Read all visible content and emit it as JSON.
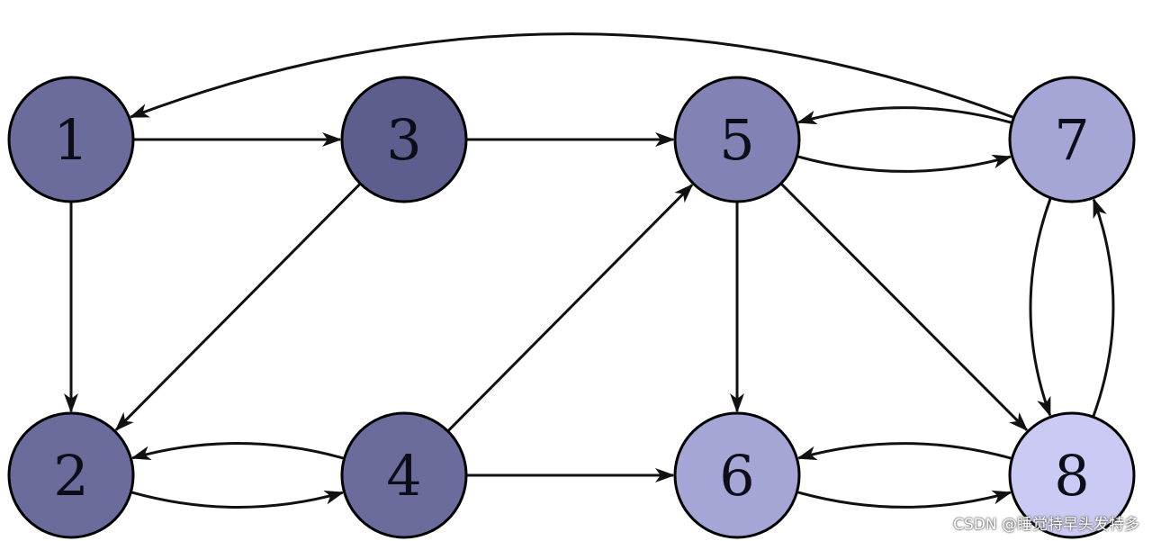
{
  "nodes": [
    {
      "id": "1",
      "label": "1",
      "fill": "#6b6b9c"
    },
    {
      "id": "2",
      "label": "2",
      "fill": "#6b6b9c"
    },
    {
      "id": "3",
      "label": "3",
      "fill": "#5d5d8e"
    },
    {
      "id": "4",
      "label": "4",
      "fill": "#6b6b9c"
    },
    {
      "id": "5",
      "label": "5",
      "fill": "#8282b4"
    },
    {
      "id": "6",
      "label": "6",
      "fill": "#a5a5d6"
    },
    {
      "id": "7",
      "label": "7",
      "fill": "#a5a5d6"
    },
    {
      "id": "8",
      "label": "8",
      "fill": "#cacaf5"
    }
  ],
  "edges": [
    {
      "from": "1",
      "to": "3"
    },
    {
      "from": "1",
      "to": "2"
    },
    {
      "from": "3",
      "to": "5"
    },
    {
      "from": "3",
      "to": "2"
    },
    {
      "from": "2",
      "to": "4"
    },
    {
      "from": "4",
      "to": "2"
    },
    {
      "from": "4",
      "to": "5"
    },
    {
      "from": "4",
      "to": "6"
    },
    {
      "from": "5",
      "to": "7"
    },
    {
      "from": "7",
      "to": "5"
    },
    {
      "from": "5",
      "to": "6"
    },
    {
      "from": "5",
      "to": "8"
    },
    {
      "from": "6",
      "to": "8"
    },
    {
      "from": "8",
      "to": "6"
    },
    {
      "from": "7",
      "to": "8"
    },
    {
      "from": "8",
      "to": "7"
    },
    {
      "from": "7",
      "to": "1"
    }
  ],
  "watermark": "CSDN @睡觉特早头发特多",
  "colors": {
    "edge": "#111111",
    "node_stroke": "#000000"
  }
}
